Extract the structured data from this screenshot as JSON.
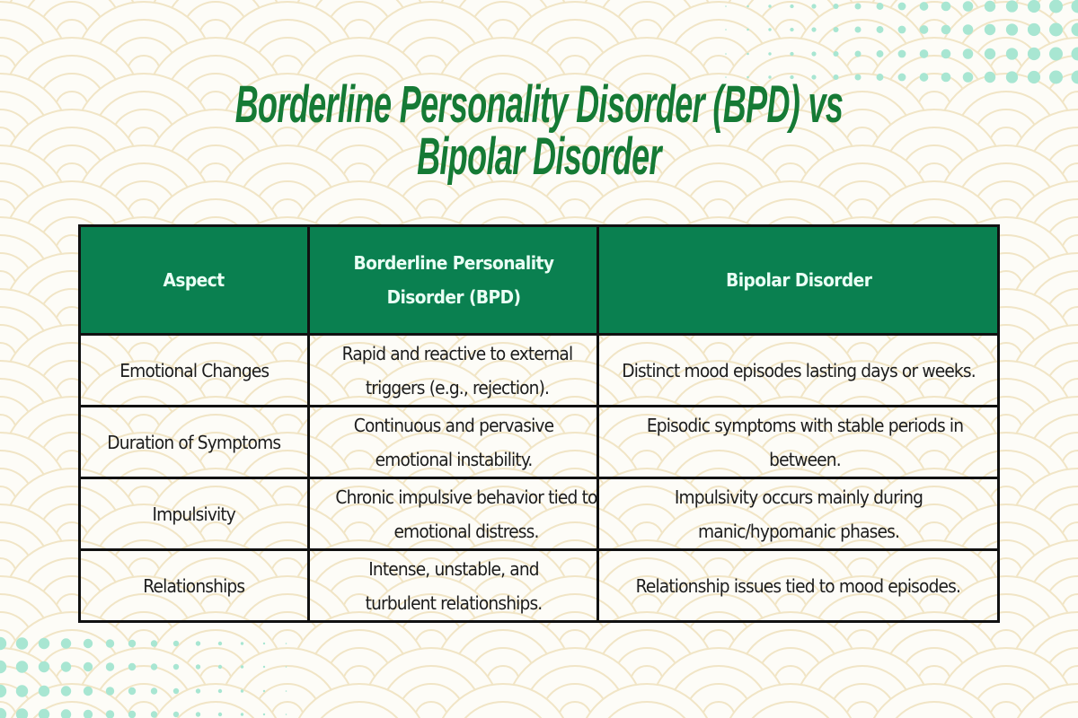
{
  "title": {
    "line1": "Borderline Personality Disorder (BPD) vs",
    "line2": "Bipolar Disorder",
    "color": "#157a35"
  },
  "table": {
    "header_bg": "#0a8050",
    "header_text_color": "#eafff5",
    "headers": [
      "Aspect",
      "Borderline Personality Disorder (BPD)",
      "Bipolar Disorder"
    ],
    "rows": [
      {
        "aspect": "Emotional Changes",
        "bpd": "Rapid and reactive to external triggers (e.g., rejection).",
        "bipolar": "Distinct mood episodes lasting days or weeks."
      },
      {
        "aspect": "Duration of Symptoms",
        "bpd": "Continuous and pervasive emotional instability.",
        "bipolar": "Episodic symptoms with stable periods in between."
      },
      {
        "aspect": "Impulsivity",
        "bpd": "Chronic impulsive behavior tied to emotional distress.",
        "bipolar": "Impulsivity occurs mainly during manic/hypomanic phases."
      },
      {
        "aspect": "Relationships",
        "bpd": "Intense, unstable, and turbulent relationships.",
        "bipolar": "Relationship issues tied to mood episodes."
      }
    ]
  },
  "decor": {
    "dot_color": "#a8e6d2",
    "wave_color": "#f1e5c6",
    "background": "#fdfcf7"
  }
}
